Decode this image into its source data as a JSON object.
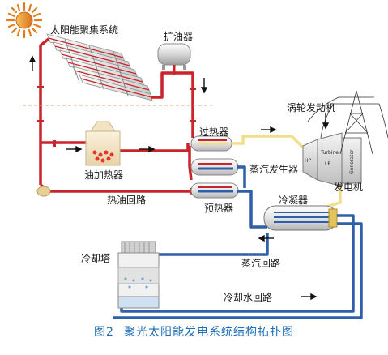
{
  "labels": {
    "solar_field": "太阳能聚集系统",
    "expansion_tank": "扩油器",
    "turbine": "涡轮发动机",
    "superheater": "过热器",
    "steam_generator": "蒸汽发生器",
    "oil_heater": "油加热器",
    "oil_loop": "热油回路",
    "preheater": "预热器",
    "condenser": "冷凝器",
    "generator": "发电机",
    "cooling_tower": "冷却塔",
    "steam_loop": "蒸汽回路",
    "cooling_water_loop": "冷却水回路"
  },
  "turbine_text": {
    "hp": "HP",
    "turbine": "Turbine",
    "lp": "LP",
    "generator": "Generator"
  },
  "caption": {
    "number": "图2",
    "title": "聚光太阳能发电系统结构拓扑图"
  },
  "colors": {
    "oil_pipe": "#c8242b",
    "steam_pipe": "#f0df8a",
    "water_pipe": "#2f5fa8",
    "caption": "#1f6fb5"
  }
}
